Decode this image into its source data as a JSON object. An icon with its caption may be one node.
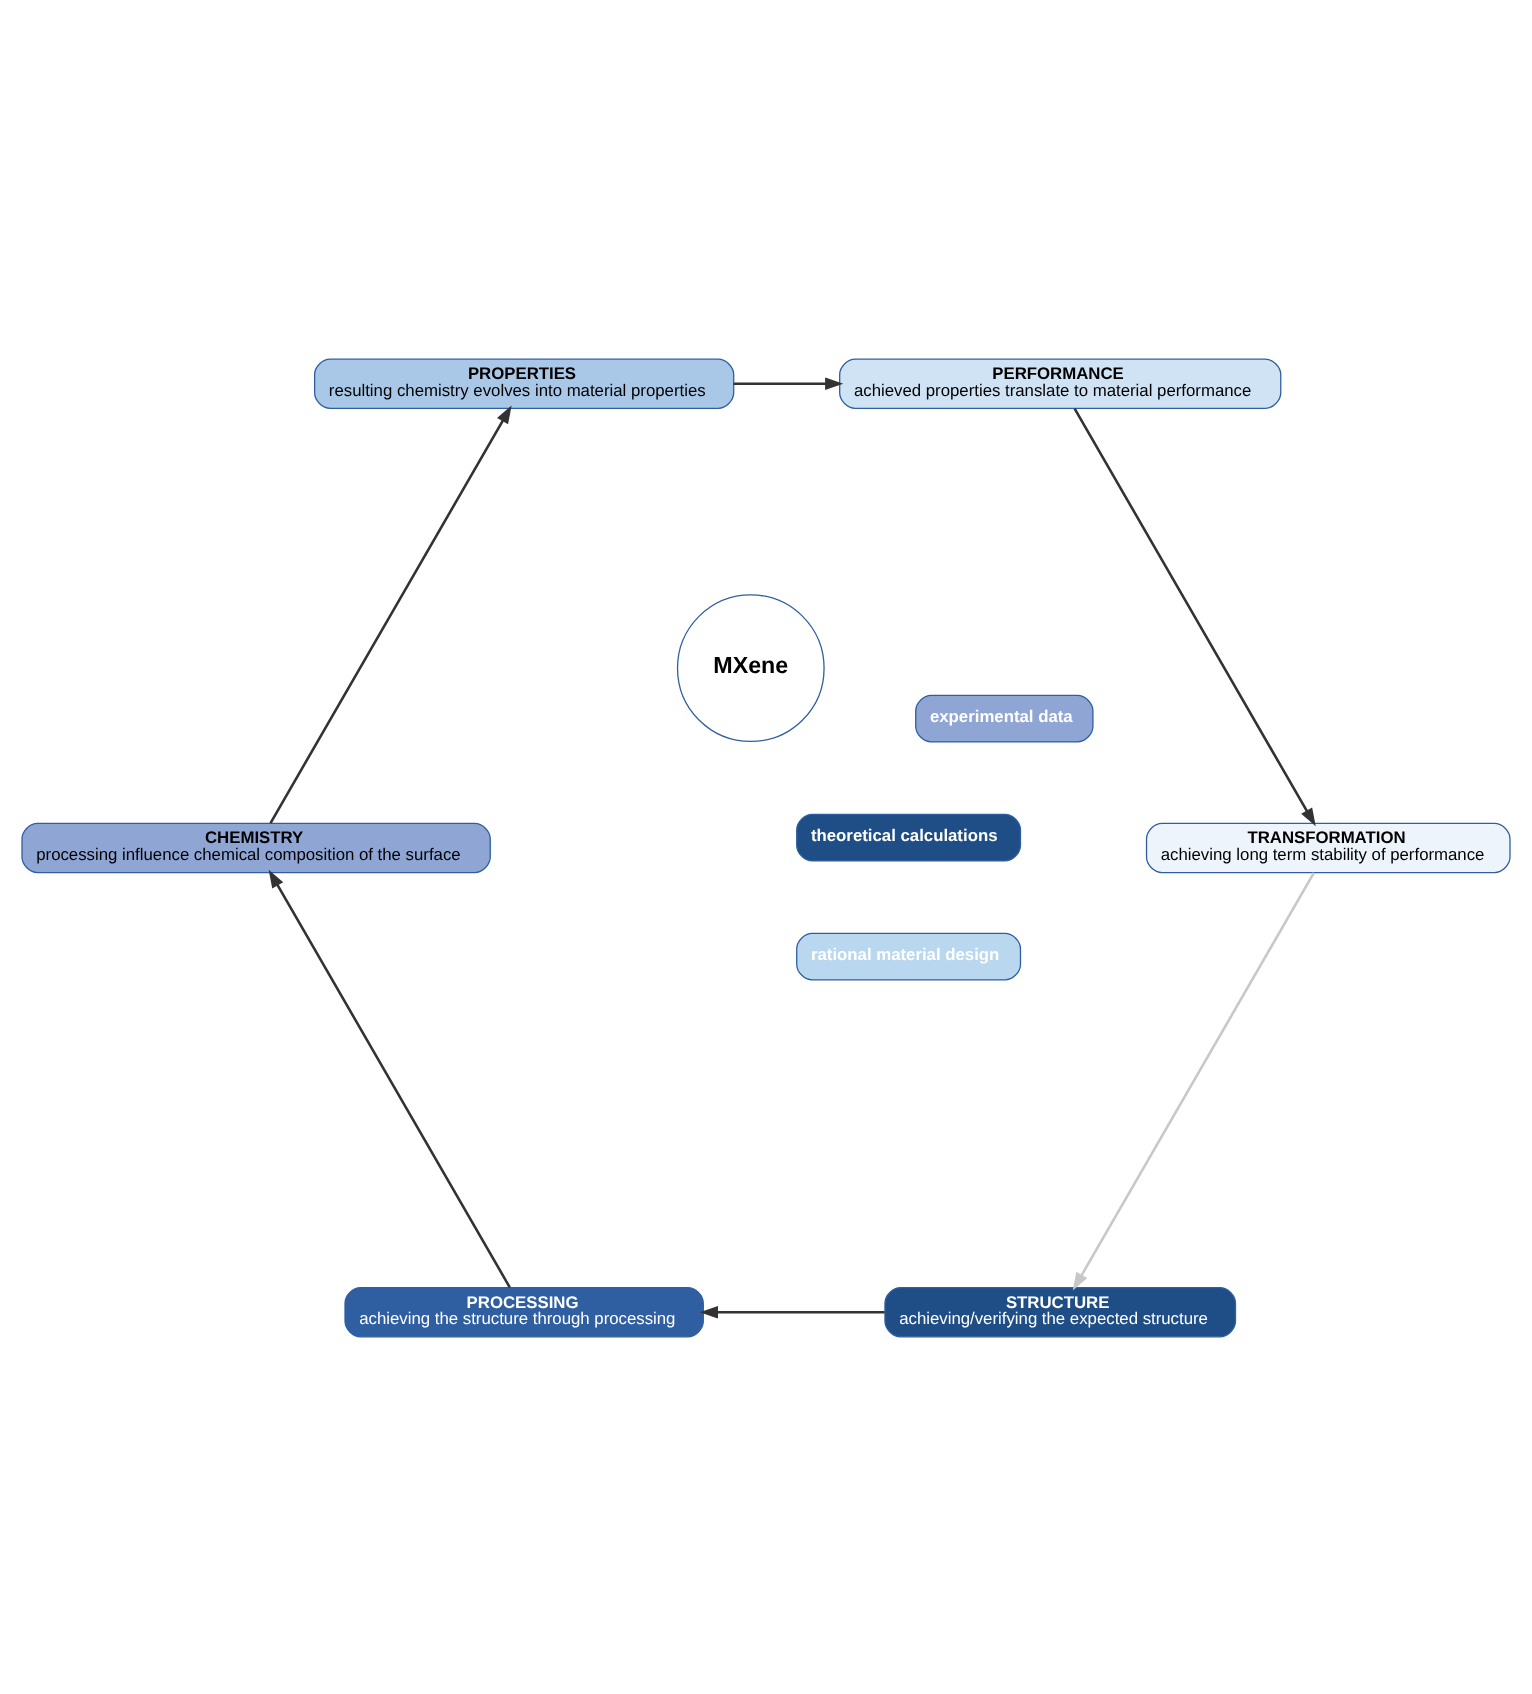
{
  "diagram": {
    "nodes": [
      {
        "text": [
          "STRUCTURE",
          "achieving/verifying the expected structure"
        ]
      },
      {
        "text": [
          "PROCESSING",
          "achieving the structure through processing"
        ]
      },
      {
        "text": [
          "CHEMISTRY",
          "processing influence chemical composition of the surface"
        ]
      },
      {
        "text": [
          "PROPERTIES",
          "resulting chemistry evolves into material properties"
        ]
      },
      {
        "text": [
          "PERFORMANCE",
          "achieved properties translate to material performance"
        ]
      },
      {
        "text": [
          "TRANSFORMATION",
          "achieving long term stability of performance"
        ]
      },
      {
        "text": [
          "theoretical calculations"
        ]
      },
      {
        "text": [
          "experimental data"
        ]
      },
      {
        "text": [
          "rational material design"
        ]
      },
      {
        "text": [
          "MXene"
        ]
      }
    ],
    "edges": [
      {
        "from": 0,
        "to": 1,
        "arrow": "to"
      },
      {
        "from": 1,
        "to": 2,
        "arrow": "to"
      },
      {
        "from": 2,
        "to": 3,
        "arrow": "to"
      },
      {
        "from": 3,
        "to": 4,
        "arrow": "to"
      },
      {
        "from": 4,
        "to": 5,
        "arrow": "to"
      },
      {
        "from": 5,
        "to": 0,
        "arrow": "to",
        "color": "#c8c8c8"
      }
    ]
  }
}
